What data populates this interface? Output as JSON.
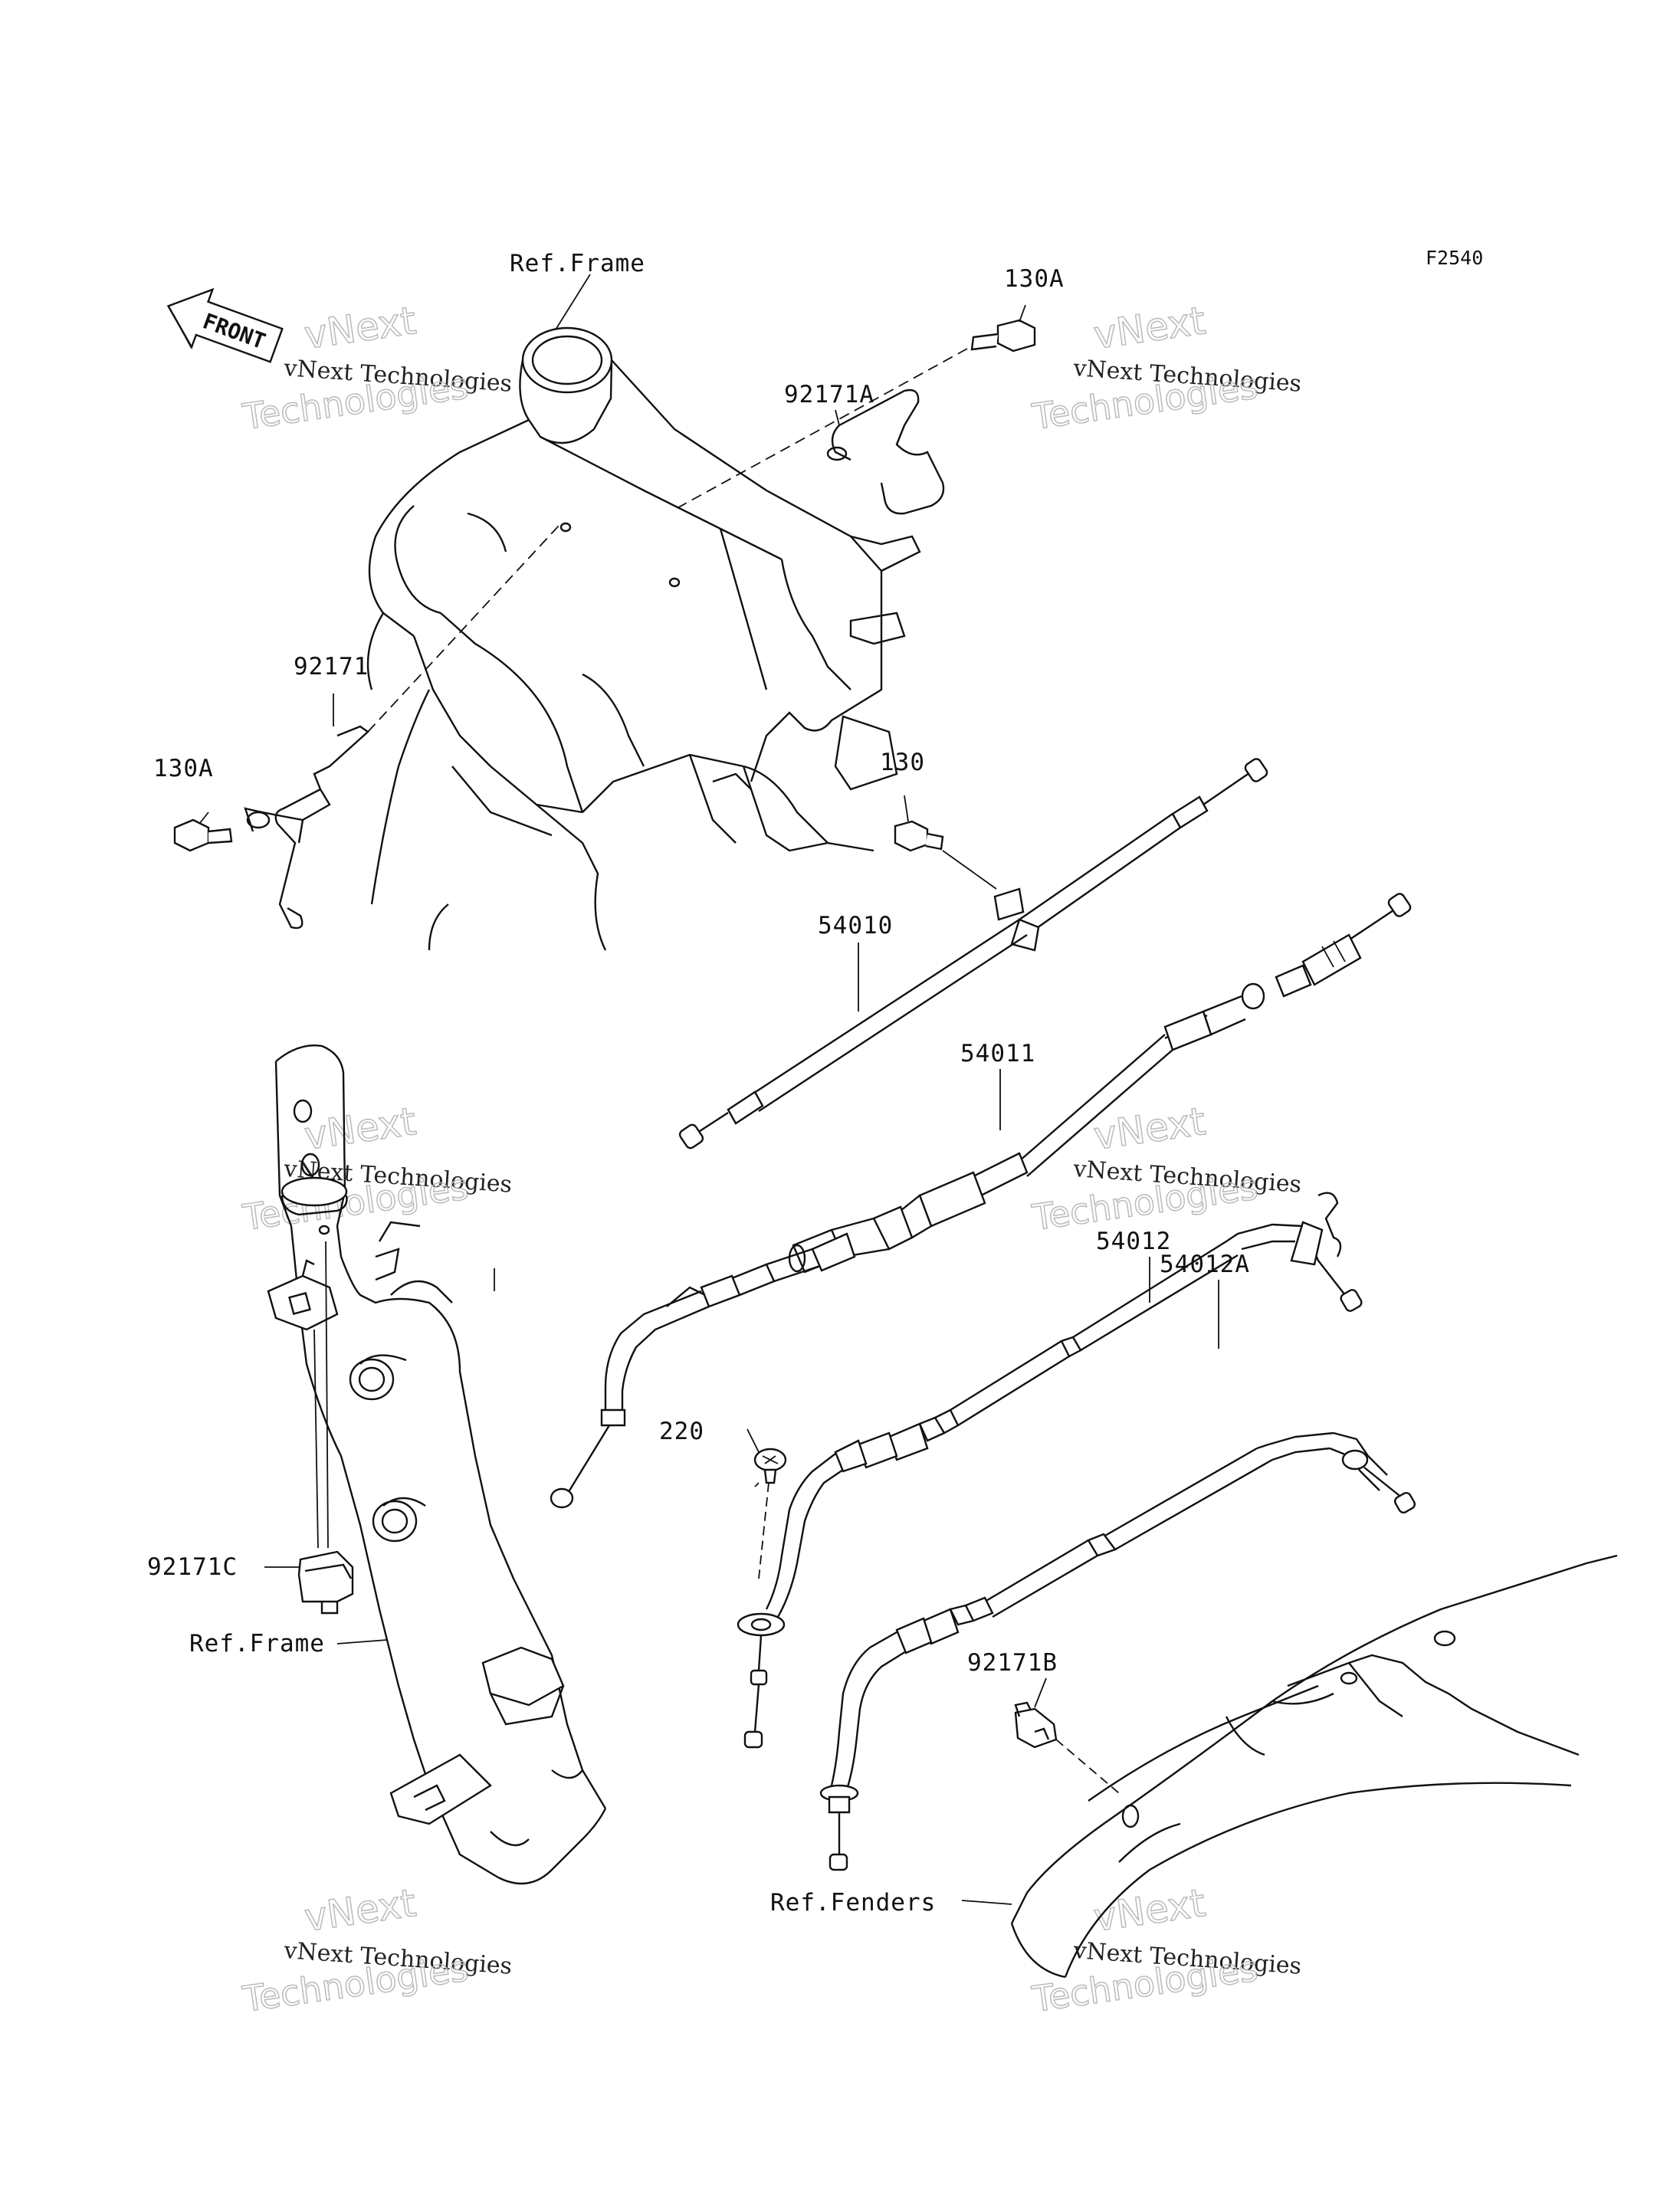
{
  "figure_code": "F2540",
  "front_label": "FRONT",
  "labels": {
    "ref_frame_top": "Ref.Frame",
    "ref_frame_bottom": "Ref.Frame",
    "ref_fenders": "Ref.Fenders",
    "p130a_top": "130A",
    "p130a_left": "130A",
    "p92171a": "92171A",
    "p92171": "92171",
    "p130": "130",
    "p54010": "54010",
    "p54011": "54011",
    "p54012": "54012",
    "p54012a": "54012A",
    "p220": "220",
    "p92171c": "92171C",
    "p92171b": "92171B"
  },
  "watermark": {
    "line1": "vNext",
    "line2": "vNext Technologies",
    "line3": "Technologies"
  }
}
